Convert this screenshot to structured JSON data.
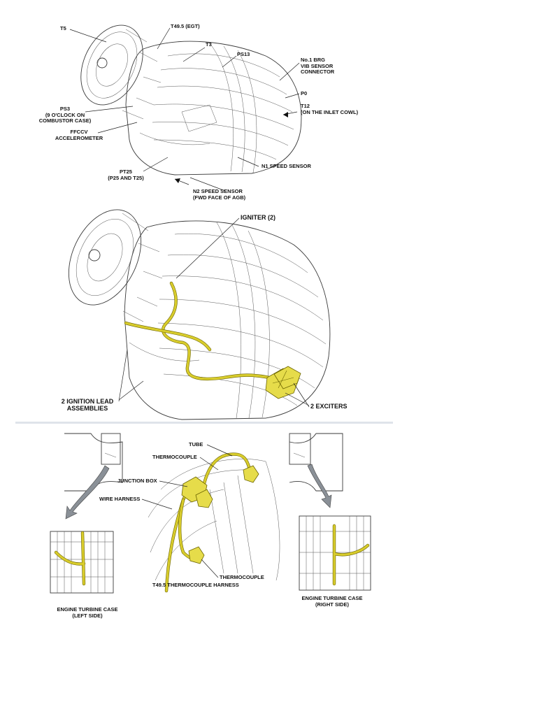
{
  "panel1": {
    "labels": {
      "t5": "T5",
      "t495": "T49.5 (EGT)",
      "t3": "T3",
      "ps13": "PS13",
      "no1brg": "No.1 BRG\nVIB SENSOR\nCONNECTOR",
      "p0": "P0",
      "t12": "T12\n(ON THE INLET COWL)",
      "ps3": "PS3\n(9 O'CLOCK ON\nCOMBUSTOR CASE)",
      "ffccv": "FFCCV\nACCELEROMETER",
      "n1": "N1 SPEED SENSOR",
      "pt25": "PT25\n(P25 AND T25)",
      "n2": "N2 SPEED SENSOR\n(FWD FACE OF AGB)"
    }
  },
  "panel2": {
    "labels": {
      "igniter": "IGNITER (2)",
      "leads": "2 IGNITION LEAD\nASSEMBLIES",
      "exciters": "2 EXCITERS"
    }
  },
  "panel3": {
    "labels": {
      "tube": "TUBE",
      "thermocouple_top": "THERMOCOUPLE",
      "junction_box": "JUNCTION BOX",
      "wire_harness": "WIRE HARNESS",
      "thermocouple_bottom": "THERMOCOUPLE",
      "harness_title": "T49.5 THERMOCOUPLE HARNESS",
      "left_case": "ENGINE TURBINE CASE\n(LEFT SIDE)",
      "right_case": "ENGINE TURBINE CASE\n(RIGHT SIDE)"
    }
  },
  "colors": {
    "highlight": "#e6dc4a",
    "linework": "#3a3a3a",
    "divider": "#dfe3ea"
  }
}
